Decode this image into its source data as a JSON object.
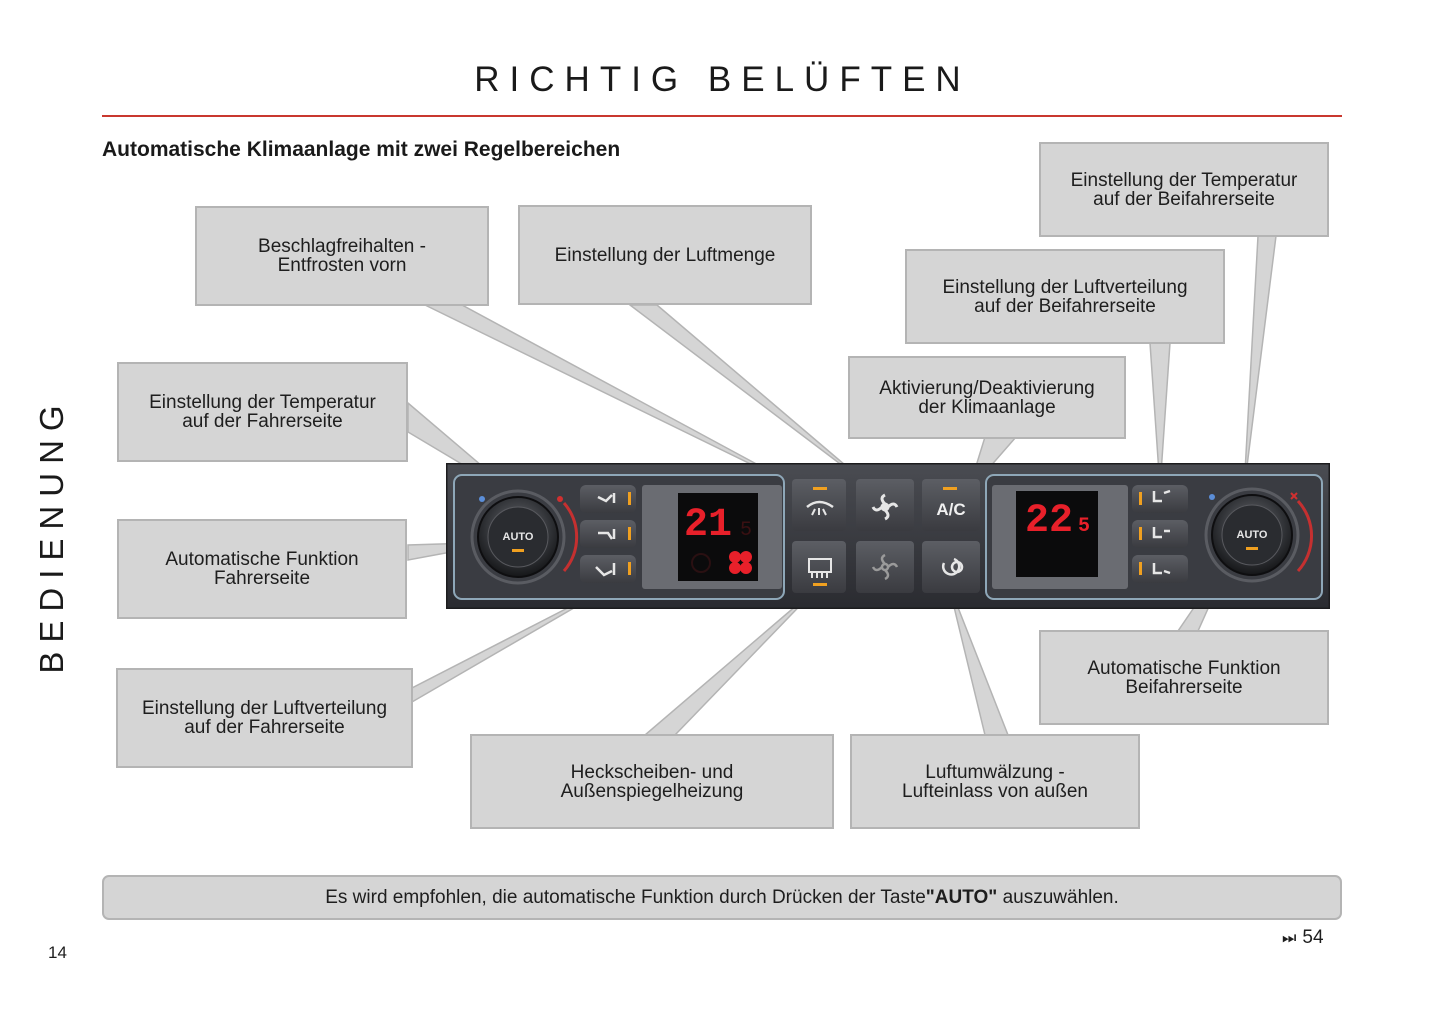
{
  "page": {
    "title": "RICHTIG BELÜFTEN",
    "subtitle": "Automatische Klimaanlage mit zwei Regelbereichen",
    "section": "BEDIENUNG",
    "page_number": "14",
    "next_page_ref": "54",
    "next_page_icon": "fast-forward-icon"
  },
  "callouts": {
    "defrost": "Beschlagfreihalten -\nEntfrosten vorn",
    "air_volume": "Einstellung der Luftmenge",
    "passenger_temp": "Einstellung der Temperatur\nauf der Beifahrerseite",
    "passenger_distribution": "Einstellung der Luftverteilung\nauf der Beifahrerseite",
    "ac_toggle": "Aktivierung/Deaktivierung\nder Klimaanlage",
    "driver_temp": "Einstellung der Temperatur\nauf der Fahrerseite",
    "driver_auto": "Automatische Funktion\nFahrerseite",
    "driver_distribution": "Einstellung der Luftverteilung\nauf der Fahrerseite",
    "rear_heating": "Heckscheiben- und\nAußenspiegelheizung",
    "recirculation": "Luftumwälzung -\nLufteinlass von außen",
    "passenger_auto": "Automatische Funktion\nBeifahrerseite"
  },
  "panel": {
    "left_knob_label": "AUTO",
    "right_knob_label": "AUTO",
    "left_display_main": "21",
    "left_display_decimal": "5",
    "right_display_main": "22",
    "right_display_decimal": "5",
    "ac_label": "A/C",
    "display_color": "#e8202a",
    "indicator_color": "#f0a020"
  },
  "note": {
    "before": "Es wird empfohlen, die automatische Funktion durch Drücken der Taste ",
    "bold": "\"AUTO\"",
    "after": " auszuwählen."
  }
}
